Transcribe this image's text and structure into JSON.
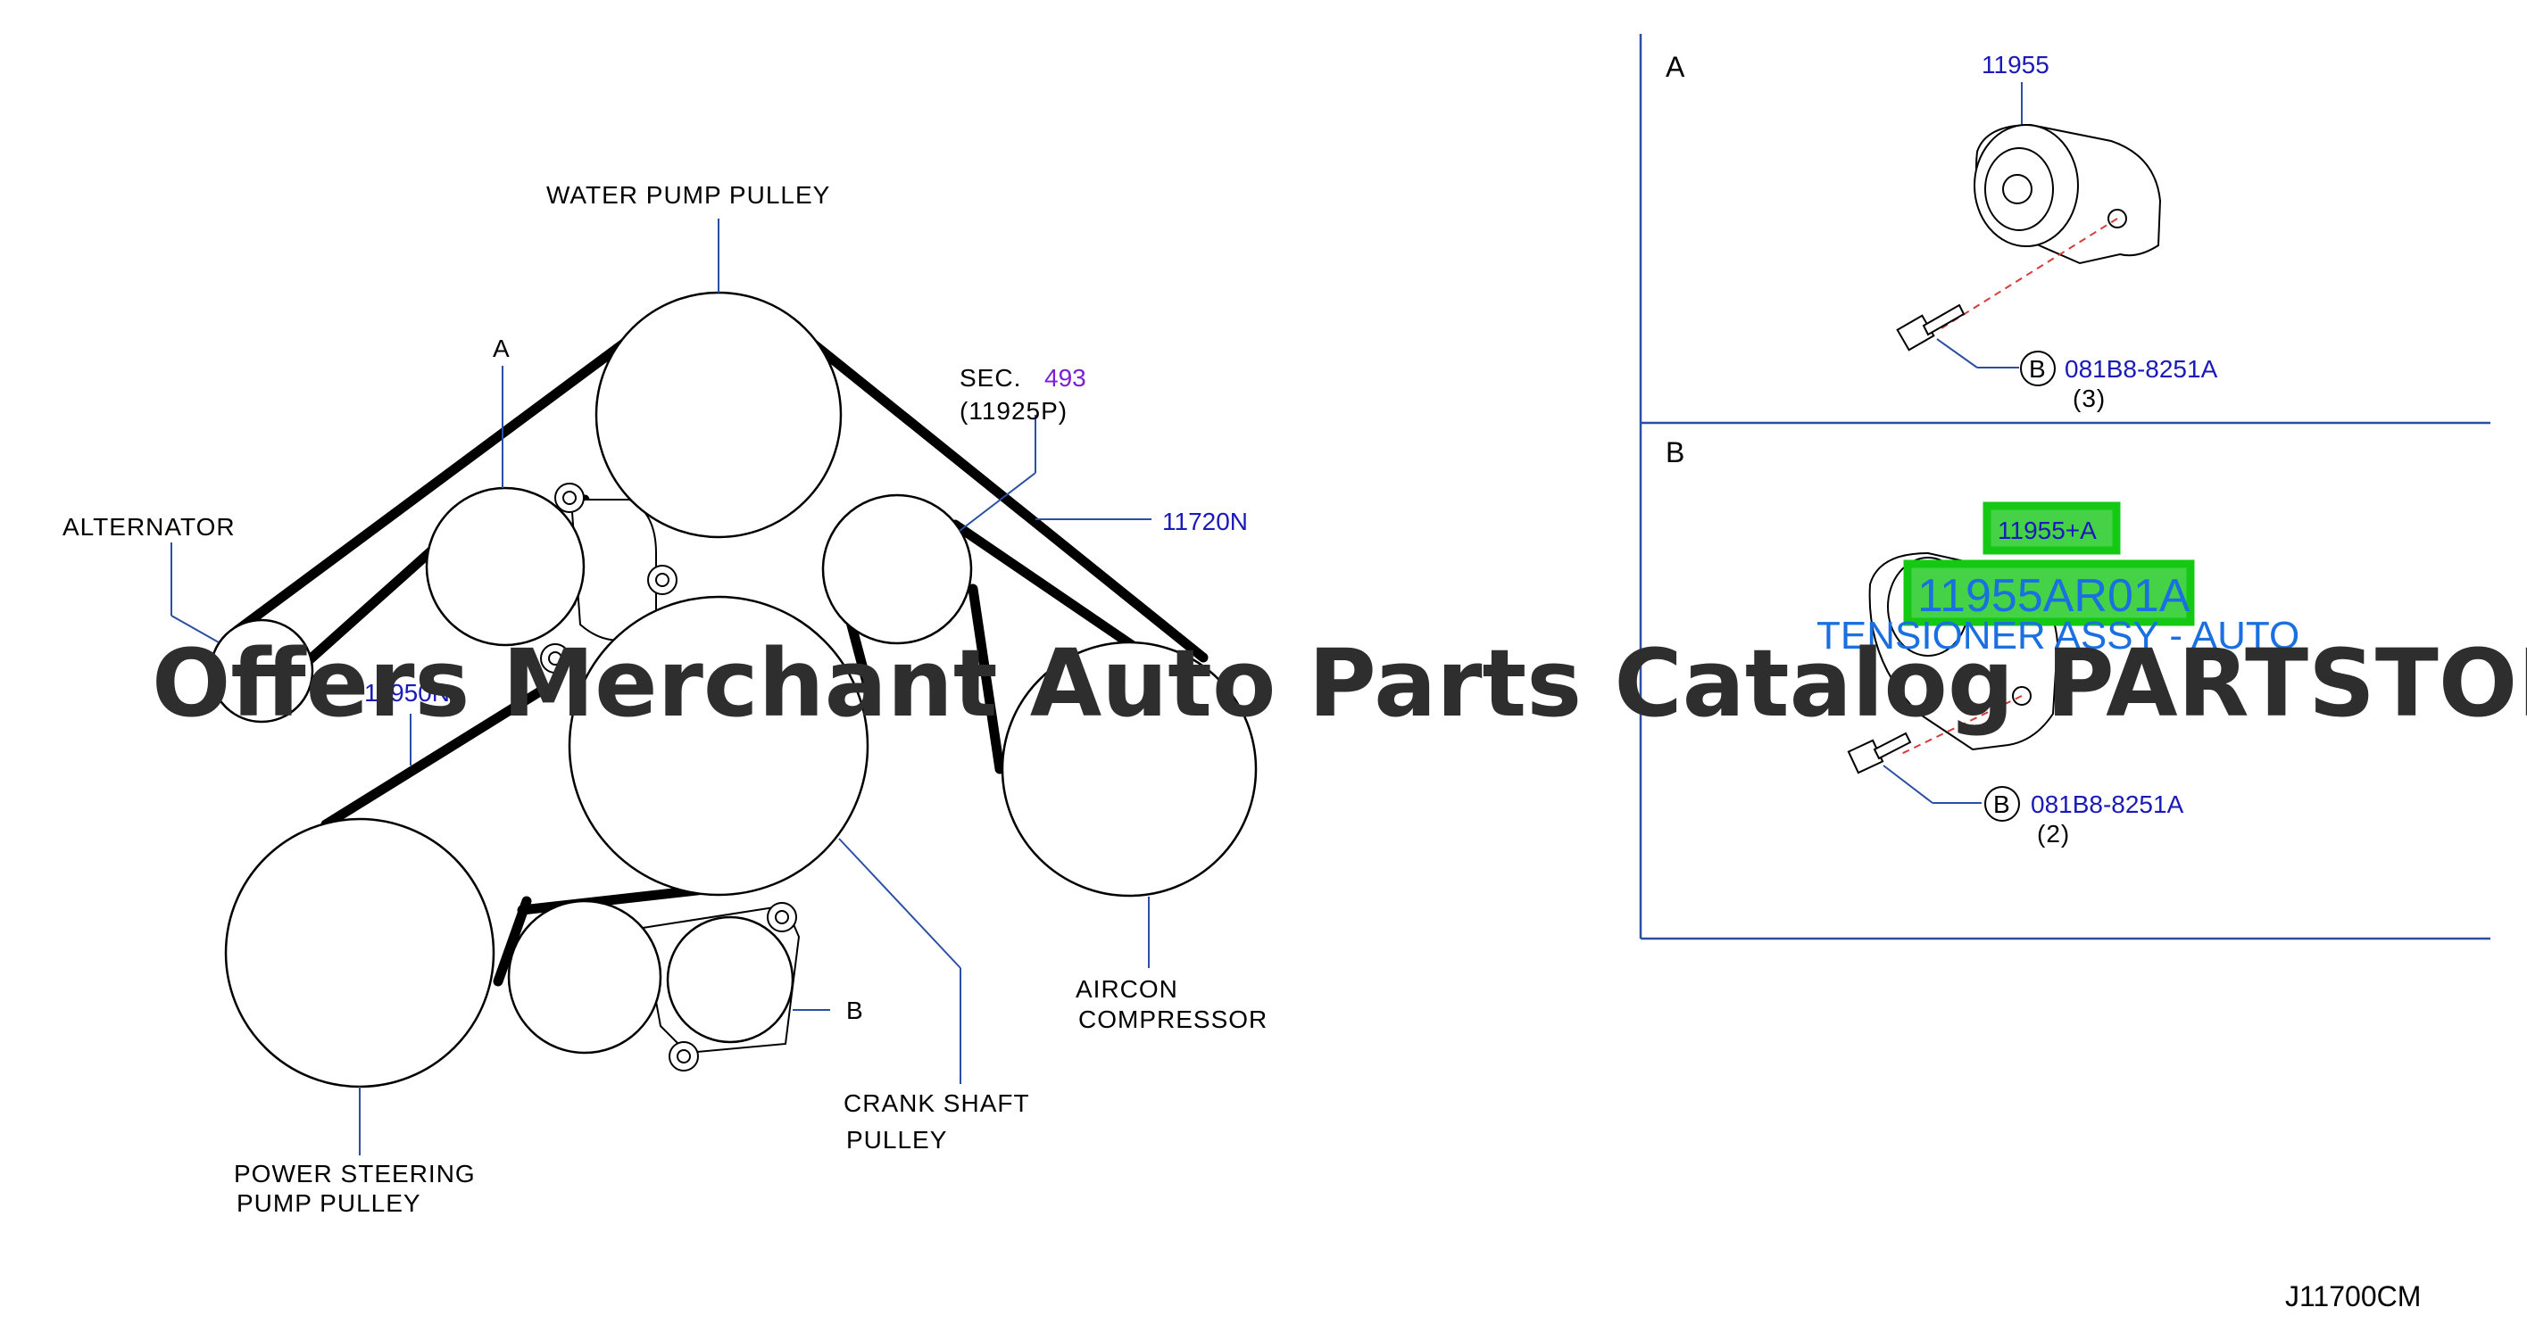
{
  "labels": {
    "water_pump_pulley": "WATER   PUMP   PULLEY",
    "a_marker": "A",
    "sec": "SEC.",
    "sec_num": "493",
    "sec_ref": "(11925P)",
    "alternator": "ALTERNATOR",
    "belt_part": "11720N",
    "idler_part": "11950N",
    "b_marker": "B",
    "aircon_line1": "AIRCON",
    "aircon_line2": "COMPRESSOR",
    "crank_line1": "CRANK   SHAFT",
    "crank_line2": "PULLEY",
    "ps_line1": "POWER   STEERING",
    "ps_line2": "PUMP   PULLEY",
    "diagram_code": "J11700CM"
  },
  "detail_a": {
    "title": "A",
    "part_number": "11955",
    "bolt_marker": "B",
    "bolt_part": "081B8-8251A",
    "bolt_qty": "(3)"
  },
  "detail_b": {
    "title": "B",
    "highlight_ref": "11955+A",
    "highlight_part": "11955AR01A",
    "part_description": "TENSIONER ASSY - AUTO",
    "bolt_marker": "B",
    "bolt_part": "081B8-8251A",
    "bolt_qty": "(2)"
  },
  "watermark": "Offers Merchant Auto Parts Catalog PARTSTORE.SA",
  "colors": {
    "leader": "#2a4fa3",
    "part_link": "#1a1ab8",
    "highlight": "#14c814",
    "description": "#1a70e0"
  }
}
